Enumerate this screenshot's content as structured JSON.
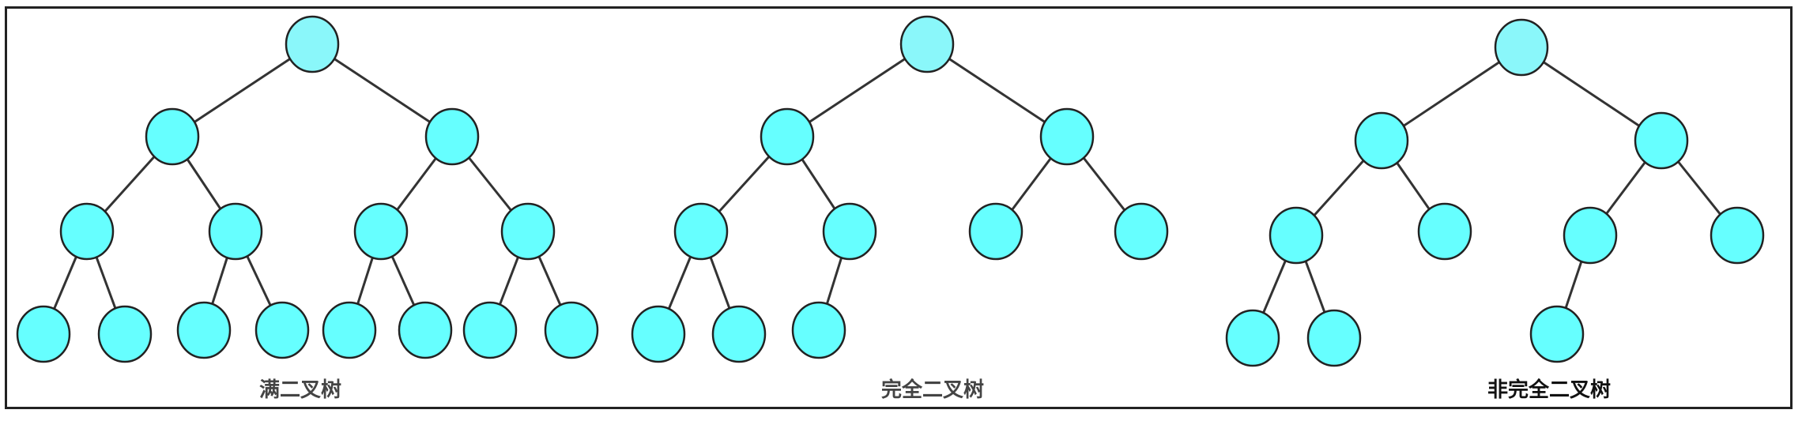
{
  "colors": {
    "root": "#8af7fa",
    "node": "#66ffff",
    "edge": "#333333"
  },
  "trees": [
    {
      "caption": "满二叉树",
      "nodes": [
        "n0",
        "n1",
        "n2",
        "n3",
        "n4",
        "n5",
        "n6",
        "n7",
        "n8",
        "n9",
        "n10",
        "n11",
        "n12",
        "n13",
        "n14"
      ],
      "edges": [
        [
          "n0",
          "n1"
        ],
        [
          "n0",
          "n2"
        ],
        [
          "n1",
          "n3"
        ],
        [
          "n1",
          "n4"
        ],
        [
          "n2",
          "n5"
        ],
        [
          "n2",
          "n6"
        ],
        [
          "n3",
          "n7"
        ],
        [
          "n3",
          "n8"
        ],
        [
          "n4",
          "n9"
        ],
        [
          "n4",
          "n10"
        ],
        [
          "n5",
          "n11"
        ],
        [
          "n5",
          "n12"
        ],
        [
          "n6",
          "n13"
        ],
        [
          "n6",
          "n14"
        ]
      ]
    },
    {
      "caption": "完全二叉树",
      "nodes": [
        "n0",
        "n1",
        "n2",
        "n3",
        "n4",
        "n5",
        "n6",
        "n7",
        "n8",
        "n9"
      ],
      "edges": [
        [
          "n0",
          "n1"
        ],
        [
          "n0",
          "n2"
        ],
        [
          "n1",
          "n3"
        ],
        [
          "n1",
          "n4"
        ],
        [
          "n2",
          "n5"
        ],
        [
          "n2",
          "n6"
        ],
        [
          "n3",
          "n7"
        ],
        [
          "n3",
          "n8"
        ],
        [
          "n4",
          "n9"
        ]
      ]
    },
    {
      "caption": "非完全二叉树",
      "nodes": [
        "n0",
        "n1",
        "n2",
        "n3",
        "n4",
        "n5",
        "n6",
        "n7",
        "n8",
        "n9"
      ],
      "edges": [
        [
          "n0",
          "n1"
        ],
        [
          "n0",
          "n2"
        ],
        [
          "n1",
          "n3"
        ],
        [
          "n1",
          "n4"
        ],
        [
          "n2",
          "n5"
        ],
        [
          "n2",
          "n6"
        ],
        [
          "n3",
          "n7"
        ],
        [
          "n3",
          "n8"
        ],
        [
          "n5",
          "n9"
        ]
      ]
    }
  ]
}
